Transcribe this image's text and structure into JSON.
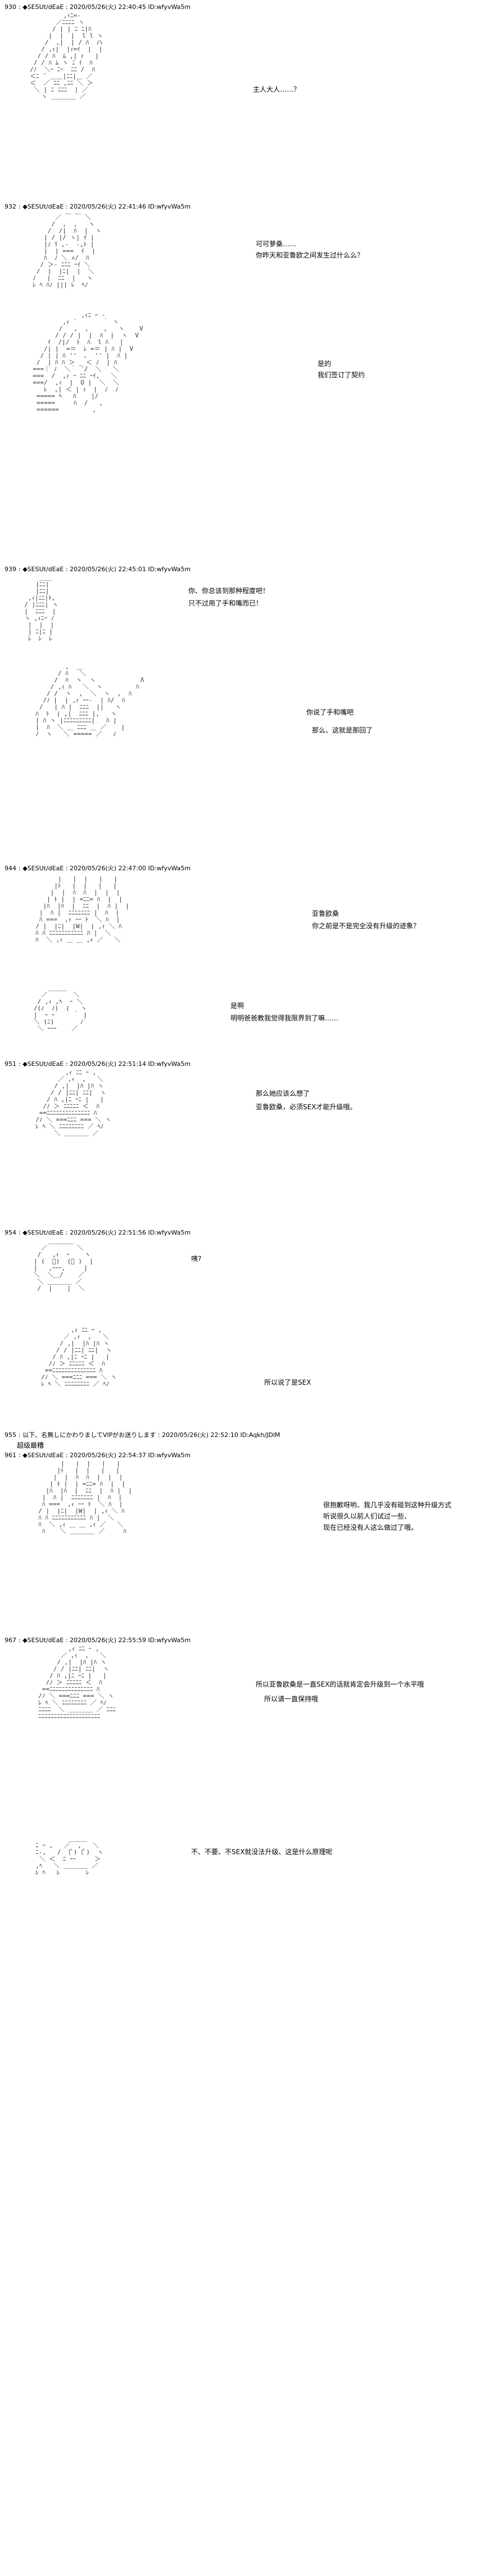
{
  "posts": [
    {
      "num": "930",
      "name": "◆SESUt/dEaE",
      "date": "2020/05/26(火) 22:40:45",
      "id": "ID:wfyvWa5m",
      "lines": [
        "主人大人……？"
      ]
    },
    {
      "num": "932",
      "name": "◆SESUt/dEaE",
      "date": "2020/05/26(火) 22:41:46",
      "id": "ID:wfyvWa5m",
      "lines": [
        "可可萝桑……",
        "你昨天和亚鲁欧之间发生过什么么？",
        "是的",
        "我们签订了契约"
      ]
    },
    {
      "num": "939",
      "name": "◆SESUt/dEaE",
      "date": "2020/05/26(火) 22:45:01",
      "id": "ID:wfyvWa5m",
      "lines": [
        "你、你总该到那种程度吧！",
        "只不过用了手和嘴而已！",
        "你说了手和嘴吧",
        "那么、这就是那回了"
      ]
    },
    {
      "num": "944",
      "name": "◆SESUt/dEaE",
      "date": "2020/05/26(火) 22:47:00",
      "id": "ID:wfyvWa5m",
      "lines": [
        "亚鲁欧桑",
        "你之前是不是完全没有升级的迹象？",
        "是啊",
        "明明爸爸教我觉得我限界到了嘛……"
      ]
    },
    {
      "num": "951",
      "name": "◆SESUt/dEaE",
      "date": "2020/05/26(火) 22:51:14",
      "id": "ID:wfyvWa5m",
      "lines": [
        "那么她应该么想了",
        "亚鲁欧桑，必须SEX才能升级哦。"
      ]
    },
    {
      "num": "954",
      "name": "◆SESUt/dEaE",
      "date": "2020/05/26(火) 22:51:56",
      "id": "ID:wfyvWa5m",
      "lines": [
        "咦?",
        "所以说了是SEX"
      ]
    },
    {
      "num": "955",
      "name": "以下、名無しにかわりましてVIPがお送りします",
      "date": "2020/05/26(火) 22:52:10",
      "id": "ID:Aqkh/JDlM",
      "lines": [
        "超级最糟"
      ]
    },
    {
      "num": "961",
      "name": "◆SESUt/dEaE",
      "date": "2020/05/26(火) 22:54:37",
      "id": "ID:wfyvWa5m",
      "lines": [
        "很抱歉呀哟、我几乎没有碰到这种升级方式",
        "听说很久以前人们试过一些、",
        "现在已经没有人这么做过了哦。"
      ]
    },
    {
      "num": "967",
      "name": "◆SESUt/dEaE",
      "date": "2020/05/26(火) 22:55:59",
      "id": "ID:wfyvWa5m",
      "lines": [
        "所以亚鲁欧桑是一直SEX的话就肯定会升级到一个水平哦",
        "所以请一直保持哦",
        "不、不要、不SEX就没法升级、这是什么原理呢"
      ]
    }
  ]
}
